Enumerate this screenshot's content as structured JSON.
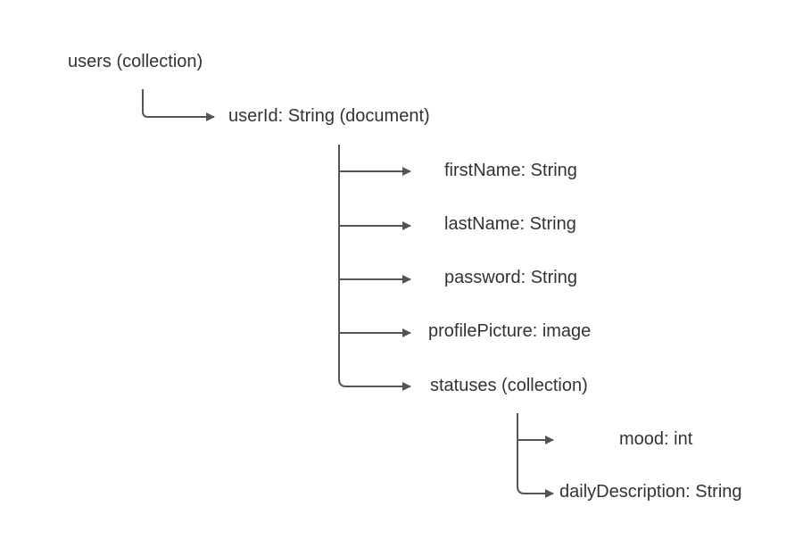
{
  "colors": {
    "line": "#555555",
    "text": "#333333"
  },
  "nodes": {
    "users": "users (collection)",
    "userId": "userId: String (document)",
    "firstName": "firstName: String",
    "lastName": "lastName: String",
    "password": "password: String",
    "profilePicture": "profilePicture: image",
    "statuses": "statuses (collection)",
    "mood": "mood: int",
    "dailyDescription": "dailyDescription: String"
  }
}
